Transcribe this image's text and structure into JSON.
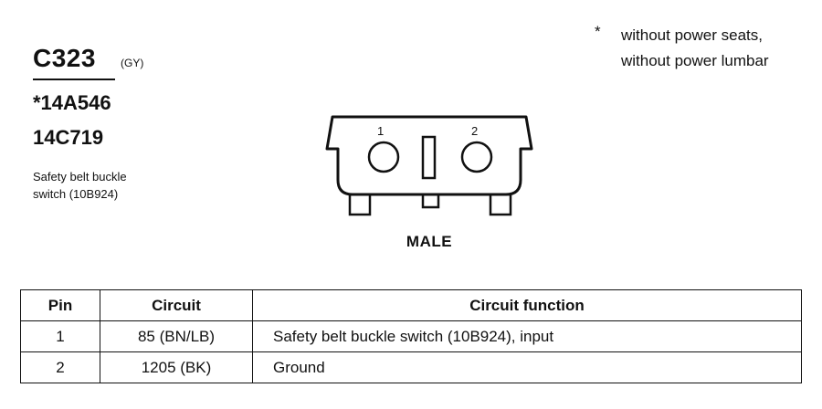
{
  "connector": {
    "id": "C323",
    "color_code": "(GY)",
    "part_numbers": [
      "*14A546",
      "14C719"
    ],
    "description_lines": [
      "Safety belt buckle",
      "switch (10B924)"
    ],
    "gender": "MALE",
    "pin_labels": [
      "1",
      "2"
    ]
  },
  "note": {
    "marker": "*",
    "lines": [
      "without power seats,",
      "without power lumbar"
    ]
  },
  "table": {
    "headers": [
      "Pin",
      "Circuit",
      "Circuit function"
    ],
    "rows": [
      {
        "pin": "1",
        "circuit": "85 (BN/LB)",
        "function": "Safety belt buckle switch (10B924), input"
      },
      {
        "pin": "2",
        "circuit": "1205 (BK)",
        "function": "Ground"
      }
    ]
  }
}
